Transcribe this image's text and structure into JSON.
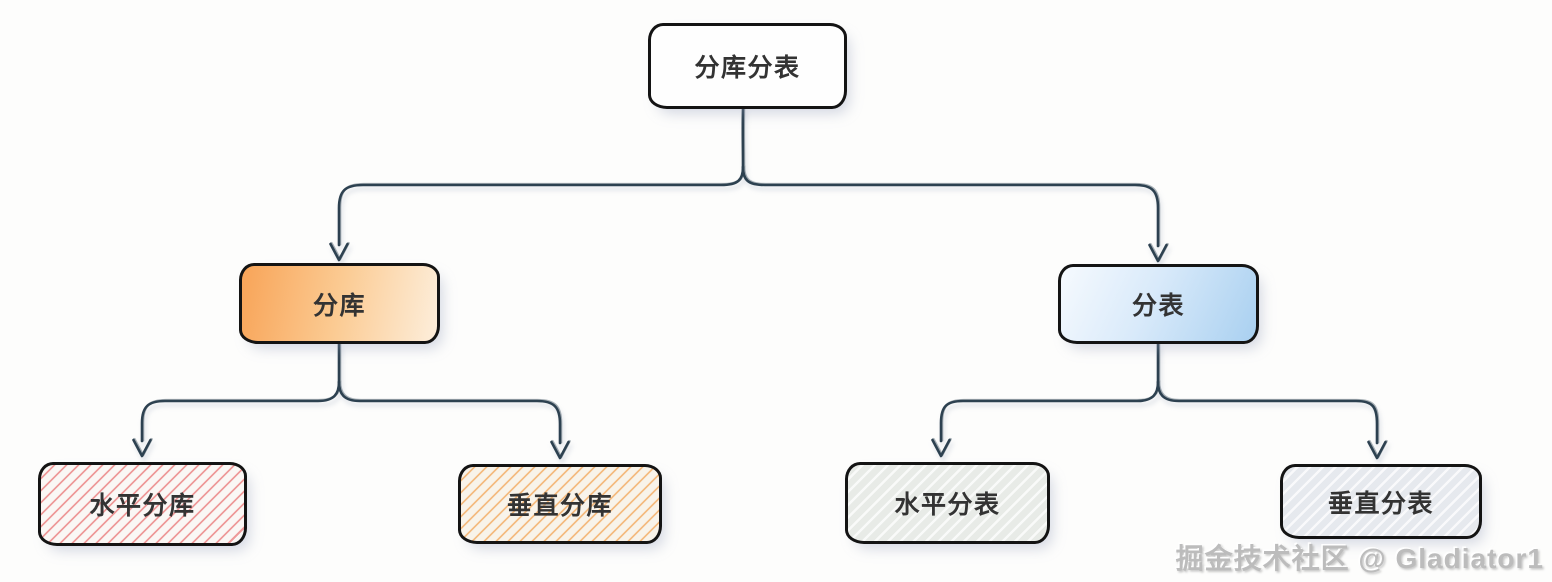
{
  "diagram": {
    "nodes": {
      "root": {
        "label": "分库分表"
      },
      "db": {
        "label": "分库"
      },
      "table": {
        "label": "分表"
      },
      "db_horizontal": {
        "label": "水平分库"
      },
      "db_vertical": {
        "label": "垂直分库"
      },
      "table_horizontal": {
        "label": "水平分表"
      },
      "table_vertical": {
        "label": "垂直分表"
      }
    },
    "watermark": "掘金技术社区 @ Gladiator1",
    "colors": {
      "connector": "#2d4150",
      "node_border": "#141414",
      "db_gradient_start": "#f8a458",
      "db_gradient_end": "#fdeedb",
      "table_gradient_start": "#f6fafe",
      "table_gradient_end": "#a9d0f0",
      "hatch_red": "#ee9b9b",
      "hatch_orange": "#f4bc82",
      "bg_hatch_red": "#faf7f5",
      "bg_hatch_orange": "#f8f3ea",
      "bg_table_h": "#e8ebe7",
      "bg_table_v": "#e6e9ee",
      "watermark": "#bcbcbc"
    }
  }
}
